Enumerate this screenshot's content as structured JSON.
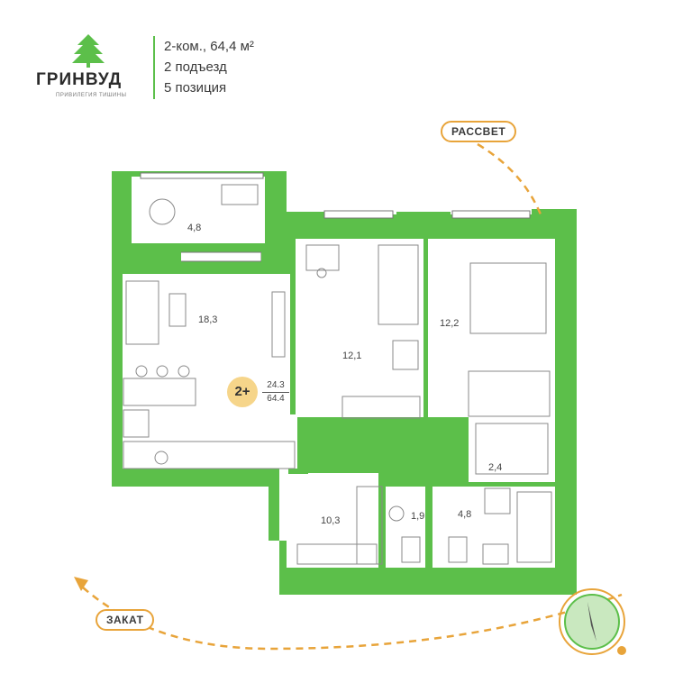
{
  "brand": {
    "name": "ГРИНВУД",
    "tagline": "ПРИВИЛЕГИЯ ТИШИНЫ",
    "accent": "#5cbf4a"
  },
  "apartment": {
    "line1": "2-ком., 64,4 м²",
    "line2": "2 подъезд",
    "line3": "5 позиция"
  },
  "badge": {
    "rooms": "2+",
    "living_area": "24.3",
    "total_area": "64.4"
  },
  "rooms": {
    "balcony": "4,8",
    "kitchen_living": "18,3",
    "bedroom_small": "12,1",
    "bedroom_large": "12,2",
    "wardrobe": "2,4",
    "hall": "10,3",
    "wc": "1,9",
    "bathroom": "4,8"
  },
  "directions": {
    "sunrise": "РАССВЕТ",
    "sunset": "ЗАКАТ"
  },
  "colors": {
    "wall": "#5cbf4a",
    "arc": "#e8a43a",
    "furniture": "#8a8a8a"
  }
}
